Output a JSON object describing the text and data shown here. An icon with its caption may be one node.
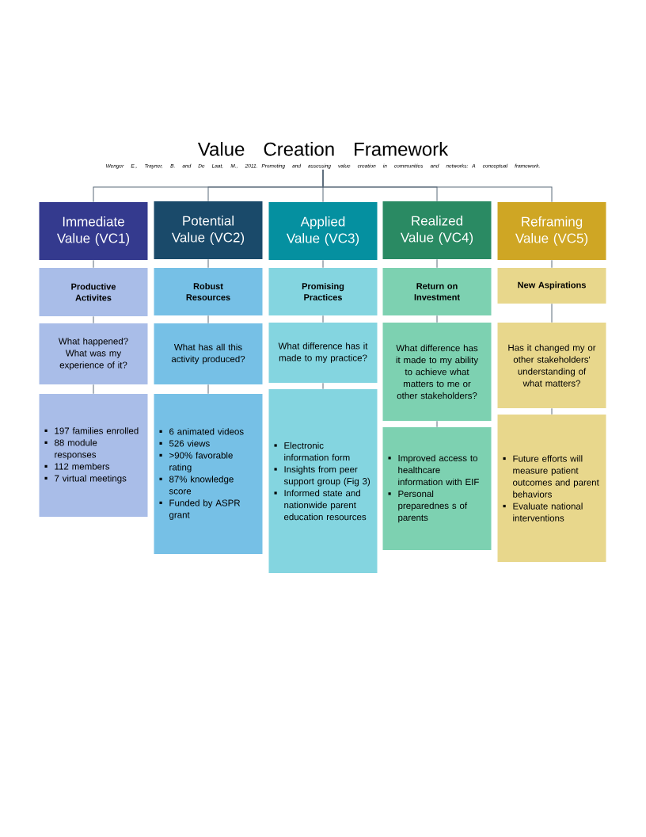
{
  "diagram": {
    "nodes": [
      {
        "text": [
          "Value Creation Framework",
          "Wenger E., Trayner, B. and De Laat, M., 2011. Promoting and assessing value creation in communities and networks: A conceptual framework."
        ]
      },
      {
        "text": [
          "Immediate Value (VC1)"
        ]
      },
      {
        "text": [
          "Productive Activites"
        ]
      },
      {
        "text": [
          "What happened? What was my experience of it?"
        ]
      },
      {
        "text": [
          "197 families enrolled",
          "88 module responses",
          "112 members",
          "7 virtual meetings"
        ]
      },
      {
        "text": [
          "Potential Value (VC2)"
        ]
      },
      {
        "text": [
          "Robust Resources"
        ]
      },
      {
        "text": [
          "What has all this activity produced?"
        ]
      },
      {
        "text": [
          "6 animated videos",
          "526 views",
          ">90% favorable rating",
          "87% knowledge score",
          "Funded by ASPR grant"
        ]
      },
      {
        "text": [
          "Applied Value (VC3)"
        ]
      },
      {
        "text": [
          "Promising Practices"
        ]
      },
      {
        "text": [
          "What difference has it made to my practice?"
        ]
      },
      {
        "text": [
          "Electronic information form",
          "Insights from peer support group (Fig 3)",
          "Informed state and nationwide parent education resources"
        ]
      },
      {
        "text": [
          "Realized Value (VC4)"
        ]
      },
      {
        "text": [
          "Return on Investment"
        ]
      },
      {
        "text": [
          "What difference has it made to my ability to achieve what matters to me or other stakeholders?"
        ]
      },
      {
        "text": [
          "Improved access to healthcare information with EIF",
          "Personal preparednes s of parents"
        ]
      },
      {
        "text": [
          "Reframing Value (VC5)"
        ]
      },
      {
        "text": [
          "New Aspirations"
        ]
      },
      {
        "text": [
          "Has it changed my or other stakeholders' understanding of what matters?"
        ]
      },
      {
        "text": [
          "Future efforts will measure patient outcomes and parent behaviors",
          "Evaluate national interventions"
        ]
      }
    ],
    "edges": [
      {
        "from": 0,
        "to": 1,
        "arrow": "none"
      },
      {
        "from": 0,
        "to": 5,
        "arrow": "none"
      },
      {
        "from": 0,
        "to": 9,
        "arrow": "none"
      },
      {
        "from": 0,
        "to": 13,
        "arrow": "none"
      },
      {
        "from": 0,
        "to": 17,
        "arrow": "none"
      },
      {
        "from": 1,
        "to": 2,
        "arrow": "none"
      },
      {
        "from": 2,
        "to": 3,
        "arrow": "none"
      },
      {
        "from": 3,
        "to": 4,
        "arrow": "none"
      },
      {
        "from": 5,
        "to": 6,
        "arrow": "none"
      },
      {
        "from": 6,
        "to": 7,
        "arrow": "none"
      },
      {
        "from": 7,
        "to": 8,
        "arrow": "none"
      },
      {
        "from": 9,
        "to": 10,
        "arrow": "none"
      },
      {
        "from": 10,
        "to": 11,
        "arrow": "none"
      },
      {
        "from": 11,
        "to": 12,
        "arrow": "none"
      },
      {
        "from": 13,
        "to": 14,
        "arrow": "none"
      },
      {
        "from": 14,
        "to": 15,
        "arrow": "none"
      },
      {
        "from": 15,
        "to": 16,
        "arrow": "none"
      },
      {
        "from": 17,
        "to": 18,
        "arrow": "none"
      },
      {
        "from": 18,
        "to": 19,
        "arrow": "none"
      },
      {
        "from": 19,
        "to": 20,
        "arrow": "none"
      }
    ]
  }
}
